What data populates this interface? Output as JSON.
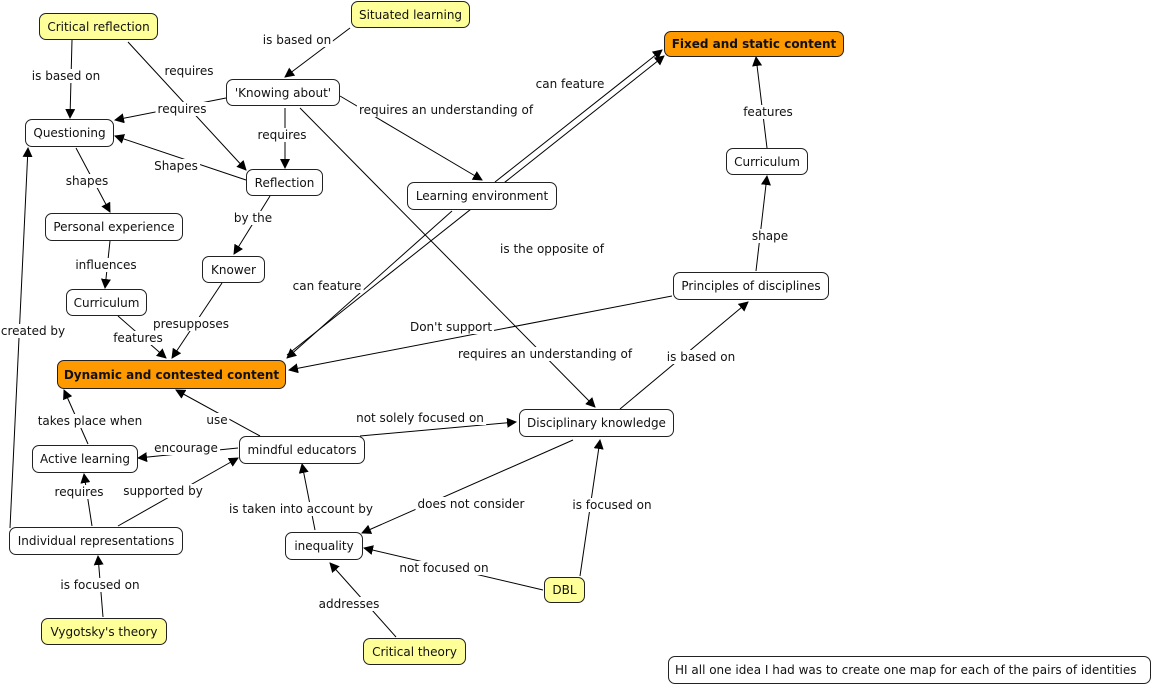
{
  "concepts": {
    "critical_reflection": "Critical reflection",
    "situated_learning": "Situated learning",
    "fixed_static": "Fixed and static content",
    "knowing_about": "'Knowing about'",
    "questioning": "Questioning",
    "reflection": "Reflection",
    "learning_environment": "Learning environment",
    "curriculum_right": "Curriculum",
    "personal_experience": "Personal experience",
    "knower": "Knower",
    "curriculum_left": "Curriculum",
    "principles": "Principles of disciplines",
    "dynamic_contested": "Dynamic and contested content",
    "disciplinary_knowledge": "Disciplinary knowledge",
    "mindful_educators": "mindful educators",
    "active_learning": "Active learning",
    "individual_representations": "Individual representations",
    "inequality": "inequality",
    "dbl": "DBL",
    "vygotsky": "Vygotsky's theory",
    "critical_theory": "Critical theory",
    "comment": "HI all one idea I had was to create one map for each of the pairs of identities"
  },
  "links": {
    "is_based_on_1": "is based on",
    "requires_1": "requires",
    "is_based_on_2": "is based on",
    "can_feature_1": "can feature",
    "requires_2": "requires",
    "requires_understanding_1": "requires an understanding of",
    "features_1": "features",
    "requires_3": "requires",
    "shapes_cap": "Shapes",
    "shapes": "shapes",
    "by_the": "by the",
    "is_opposite_of": "is the opposite of",
    "shape": "shape",
    "influences": "influences",
    "can_feature_2": "can feature",
    "created_by": "created by",
    "presupposes": "presupposes",
    "dont_support": "Don't support",
    "features_2": "features",
    "requires_understanding_2": "requires an understanding of",
    "is_based_on_3": "is based on",
    "use": "use",
    "takes_place_when": "takes place when",
    "not_solely_focused_on": "not solely focused on",
    "encourage": "encourage",
    "requires_4": "requires",
    "supported_by": "supported by",
    "does_not_consider": "does not consider",
    "is_focused_on_1": "is focused on",
    "is_taken_into_account_by": "is taken into account by",
    "not_focused_on": "not focused on",
    "is_focused_on_2": "is focused on",
    "addresses": "addresses"
  },
  "colors": {
    "source_node": "#ffff99",
    "key_node": "#ff9900",
    "node": "#ffffff",
    "line": "#000000"
  }
}
